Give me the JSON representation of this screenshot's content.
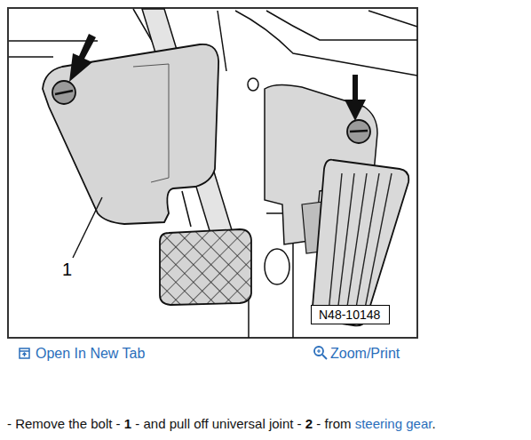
{
  "diagram": {
    "nodes": [
      {
        "text": [
          "N48-10148"
        ]
      }
    ],
    "labels": [
      "1",
      "Open In New Tab",
      "Zoom/Print",
      "- Remove the bolt -",
      "1",
      "- and pull off universal joint -",
      "2",
      "- from",
      "steering gear",
      "."
    ]
  }
}
